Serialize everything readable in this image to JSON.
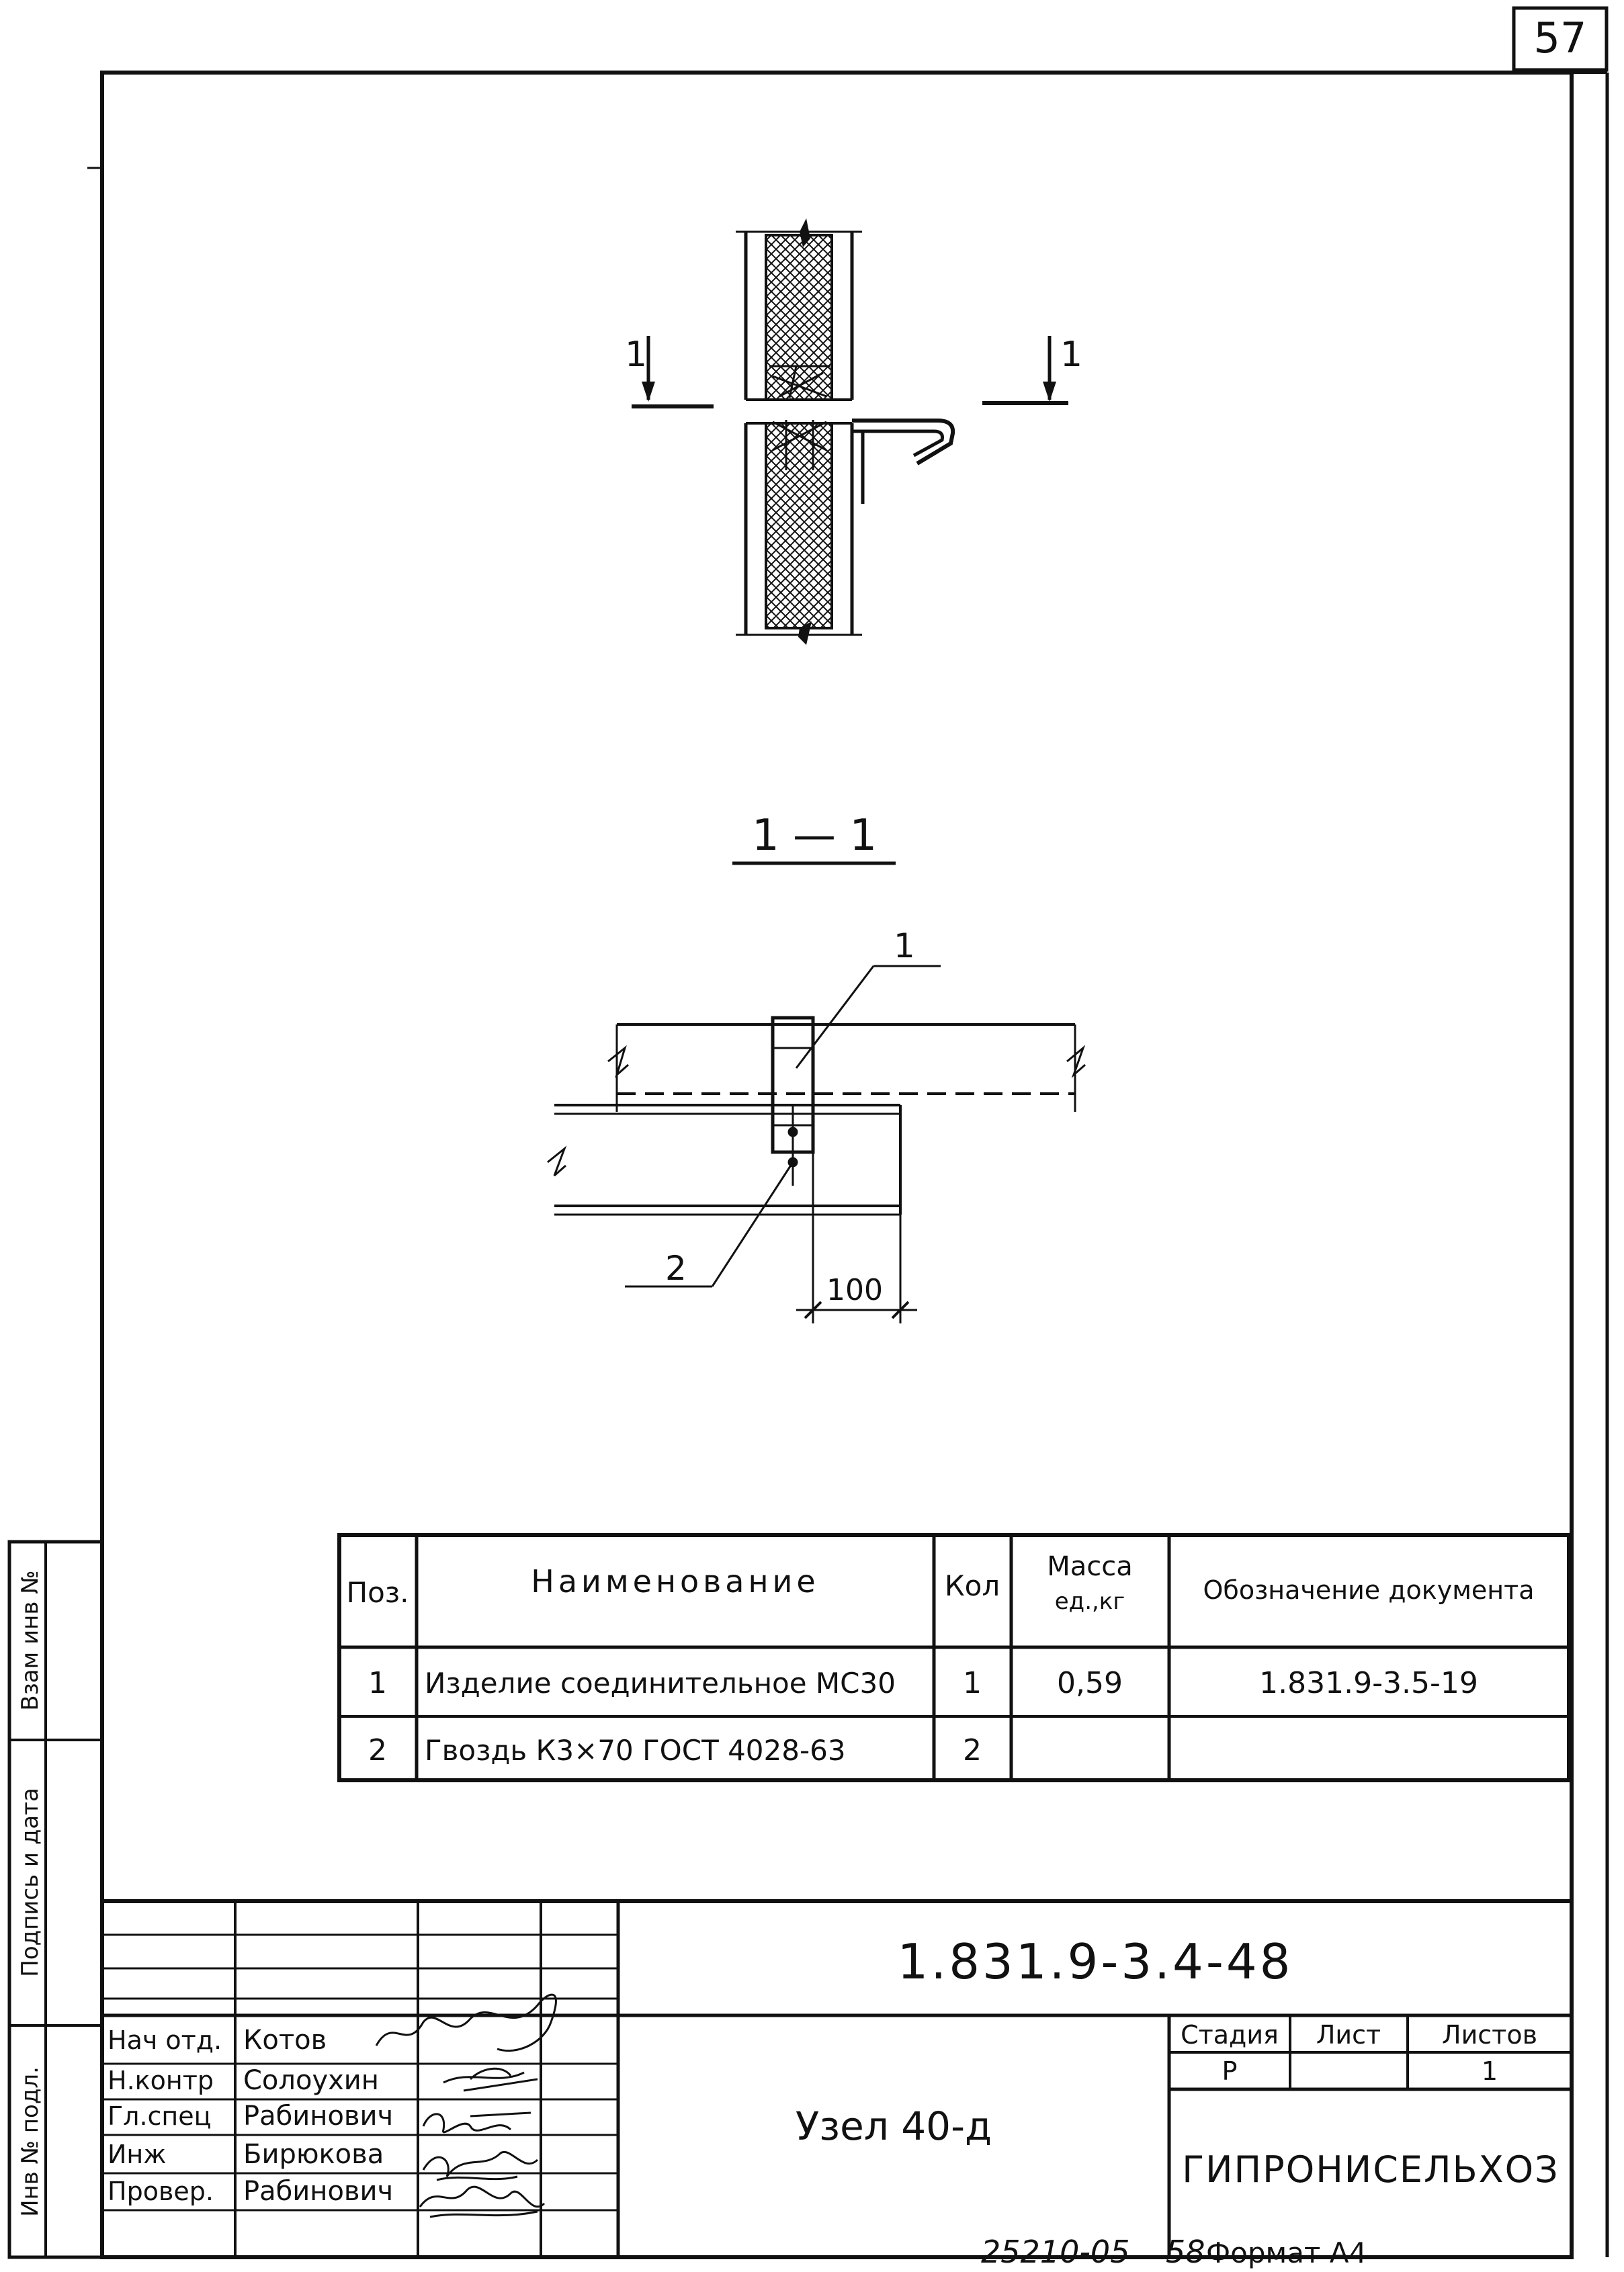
{
  "sheet_number": "57",
  "section_label": "1 — 1",
  "section_marks": {
    "left": "1",
    "right": "1"
  },
  "callouts": {
    "pos1": "1",
    "pos2": "2",
    "dimension": "100"
  },
  "spec_table": {
    "headers": {
      "pos": "Поз.",
      "name": "Наименование",
      "qty": "Кол",
      "mass_line1": "Масса",
      "mass_line2": "ед.,кг",
      "doc": "Обозначение документа"
    },
    "rows": [
      {
        "pos": "1",
        "name": "Изделие соединительное МС30",
        "qty": "1",
        "mass": "0,59",
        "doc": "1.831.9-3.5-19"
      },
      {
        "pos": "2",
        "name": "Гвоздь К3×70 ГОСТ 4028-63",
        "qty": "2",
        "mass": "",
        "doc": ""
      }
    ]
  },
  "title_block": {
    "designation": "1.831.9-3.4-48",
    "roles": [
      "Нач отд.",
      "Н.контр",
      "Гл.спец",
      "Инж",
      "Провер."
    ],
    "names": [
      "Котов",
      "Солоухин",
      "Рабинович",
      "Бирюкова",
      "Рабинович"
    ],
    "drawing_title": "Узел 40-д",
    "stage_header": "Стадия",
    "sheet_header": "Лист",
    "sheets_header": "Листов",
    "stage_value": "Р",
    "sheet_value": "",
    "sheets_value": "1",
    "organization": "ГИПРОНИСЕЛЬХОЗ"
  },
  "side_stamp": {
    "inv_no": "Инв № подл.",
    "signature_date": "Подпись и дата",
    "replaced_inv": "Взам инв №"
  },
  "footer": {
    "code": "25210-05",
    "page": "58",
    "format": "Формат А4"
  }
}
